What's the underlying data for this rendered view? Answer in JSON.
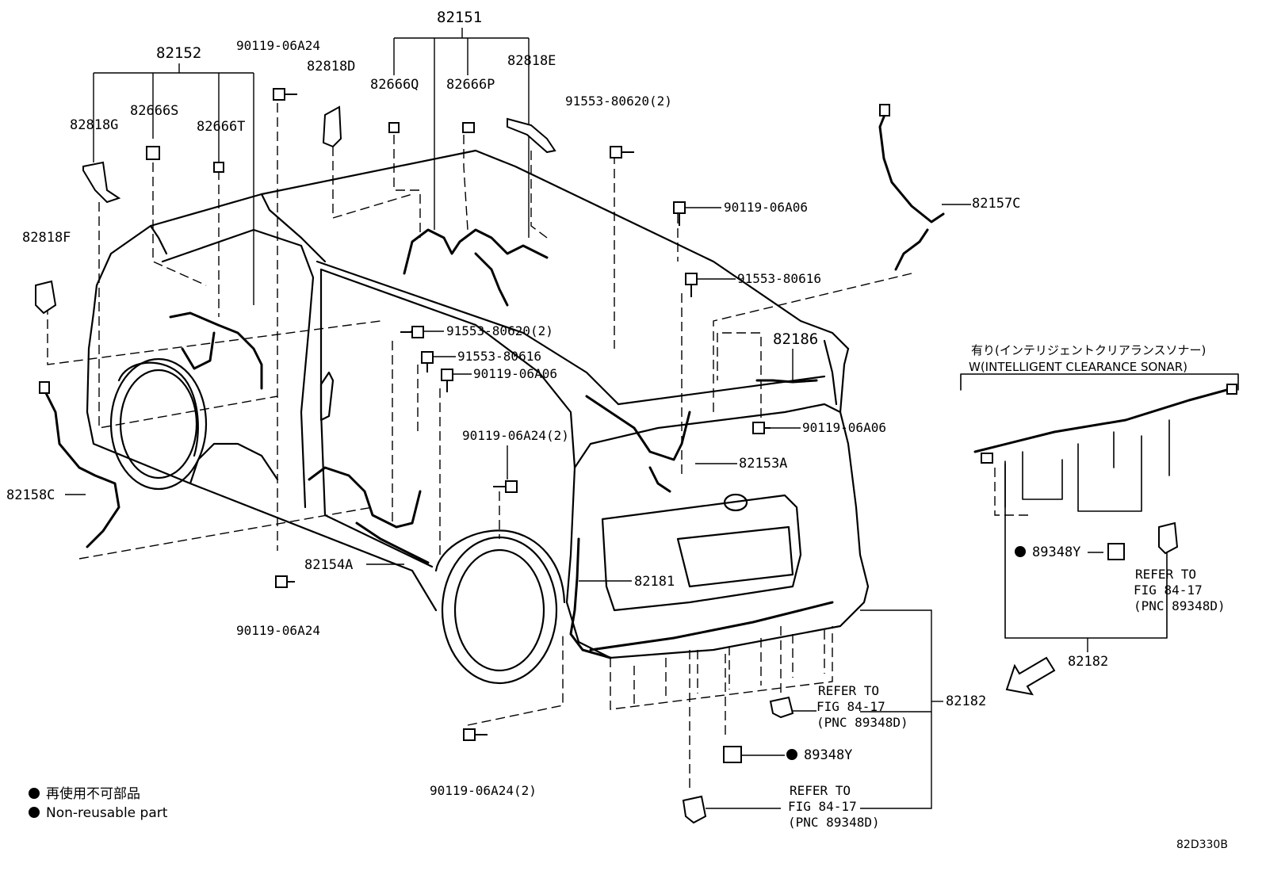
{
  "callouts": {
    "p82151": "82151",
    "p82152": "82152",
    "p82818D": "82818D",
    "p82818E": "82818E",
    "p82818G": "82818G",
    "p82818F": "82818F",
    "p82666Q": "82666Q",
    "p82666P": "82666P",
    "p82666S": "82666S",
    "p82666T": "82666T",
    "p82157C": "82157C",
    "p82158C": "82158C",
    "p82186": "82186",
    "p82153A": "82153A",
    "p82154A": "82154A",
    "p82181": "82181",
    "p82182_main": "82182",
    "p82182_inset": "82182",
    "b90119_06A24_top": "90119-06A24",
    "b90119_06A24_bottom": "90119-06A24",
    "b90119_06A24_2_mid": "90119-06A24(2)",
    "b90119_06A24_2_bottom": "90119-06A24(2)",
    "b91553_80620_2_top": "91553-80620(2)",
    "b91553_80620_2_mid": "91553-80620(2)",
    "b91553_80616_right": "91553-80616",
    "b91553_80616_mid": "91553-80616",
    "b90119_06A06_right": "90119-06A06",
    "b90119_06A06_mid": "90119-06A06",
    "b90119_06A06_rear": "90119-06A06",
    "p89348Y_main": "89348Y",
    "p89348Y_inset": "89348Y"
  },
  "refer_notes": {
    "main_upper": [
      "REFER TO",
      "FIG 84-17",
      "(PNC 89348D)"
    ],
    "main_lower": [
      "REFER TO",
      "FIG 84-17",
      "(PNC 89348D)"
    ],
    "inset": [
      "REFER TO",
      "FIG 84-17",
      "(PNC 89348D)"
    ]
  },
  "inset": {
    "title_jp": "有り(インテリジェントクリアランスソナー)",
    "title_en": "W(INTELLIGENT CLEARANCE SONAR)"
  },
  "legend": {
    "jp": "再使用不可部品",
    "en": "Non-reusable part"
  },
  "figure_code": "82D330B"
}
